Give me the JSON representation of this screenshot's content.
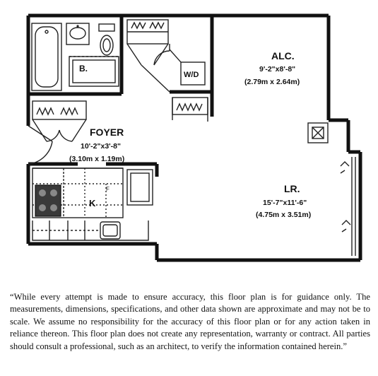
{
  "rooms": {
    "alcove": {
      "name": "ALC.",
      "dim_imperial": "9'-2\"x8'-8\"",
      "dim_metric": "(2.79m x 2.64m)"
    },
    "foyer": {
      "name": "FOYER",
      "dim_imperial": "10'-2\"x3'-8\"",
      "dim_metric": "(3.10m x 1.19m)"
    },
    "living_room": {
      "name": "LR.",
      "dim_imperial": "15'-7\"x11'-6\"",
      "dim_metric": "(4.75m x 3.51m)"
    },
    "bath": {
      "name": "B."
    },
    "washer_dryer": {
      "name": "W/D"
    },
    "kitchen": {
      "name": "K"
    }
  },
  "disclaimer": "“While every attempt is made to ensure accuracy, this floor plan is for guidance only. The measurements, dimensions, specifications, and other data shown are approximate and may not be to scale.  We assume no responsibility for the accuracy of this floor plan or for any action taken in reliance thereon. This floor plan does not create any representation, warranty or contract. All parties should consult a professional, such as an architect, to verify the information contained herein.”"
}
